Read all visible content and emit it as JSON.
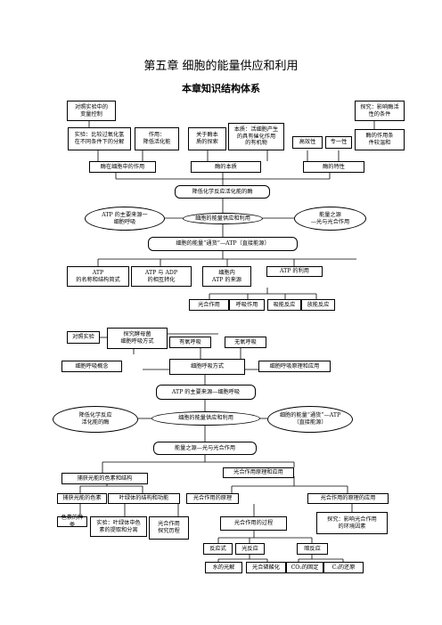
{
  "title": "第五章  细胞的能量供应和利用",
  "subtitle": "本章知识结构体系",
  "part1": {
    "control_var": "对照实验中的\n变量控制",
    "exp_compare": "实验：比较过氧化氢\n在不同条件下的分解",
    "effect": "作用：\n降低活化能",
    "history": "关于酶本\n质的探索",
    "essence_text": "本质：活细胞产生\n的具有催化作用\n的有机物",
    "explore_conditions": "探究：影响酶活\n性的条件",
    "high_efficiency": "高效性",
    "specificity": "专一性",
    "mild": "酶的作用条\n件较温和",
    "enzyme_role": "酶在细胞中的作用",
    "enzyme_nature": "酶的本质",
    "enzyme_traits": "酶的特性",
    "lower_energy": "降低化学反应活化能的酶",
    "atp_source": "ATP 的主要来源一\n细胞呼吸",
    "center": "细胞的能量供应和利用",
    "energy_source": "能量之源\n—光与光合作用",
    "currency": "细胞的能量“通货”—ATP（直接能源）",
    "atp_name": "ATP\n的名称和结构简式",
    "atp_adp": "ATP 与 ADP\n的相互转化",
    "atp_origin": "细胞内\nATP 的来源",
    "atp_use": "ATP 的利用",
    "photosynthesis": "光合作用",
    "respiration": "呼吸作用",
    "endergonic": "吸能反应",
    "exergonic": "放能反应"
  },
  "part2": {
    "control_exp": "对照实验",
    "explore_yeast": "探究酵母菌\n细胞呼吸方式",
    "aerobic": "有氧呼吸",
    "anaerobic": "无氧呼吸",
    "concept": "细胞呼吸概念",
    "methods": "细胞呼吸方式",
    "principle_app": "细胞呼吸原理和应用",
    "atp_source": "ATP 的主要来源—细胞呼吸",
    "lower_enzyme": "降低化学反应\n活化能的酶",
    "center": "细胞的能量供应和利用",
    "currency": "细胞的能量“通货”—ATP\n（直接能源）",
    "energy_source": "能量之源—光与光合作用"
  },
  "part3": {
    "capture": "捕获光能的色素和结构",
    "photo_principle_app": "光合作用原理和应用",
    "pigments": "捕获光能的色素",
    "chloroplast": "叶绿体的结构和功能",
    "principle": "光合作用的原理",
    "application": "光合作用的原理的应用",
    "pigment_types": "色素的种类",
    "exp_extract": "实验：叶绿体中色\n素的提取和分离",
    "history": "光合作用\n探究历程",
    "process": "光合作用的过程",
    "explore_env": "探究：影响光合作用\n的环境因素",
    "reaction_type": "反应式",
    "light_reaction": "光反应",
    "dark_reaction": "暗反应",
    "photolysis": "水的光解",
    "photophosphorylation": "光合磷酸化",
    "co2_fixation": "CO₂的固定",
    "c3_reduction": "C₃的还原"
  }
}
